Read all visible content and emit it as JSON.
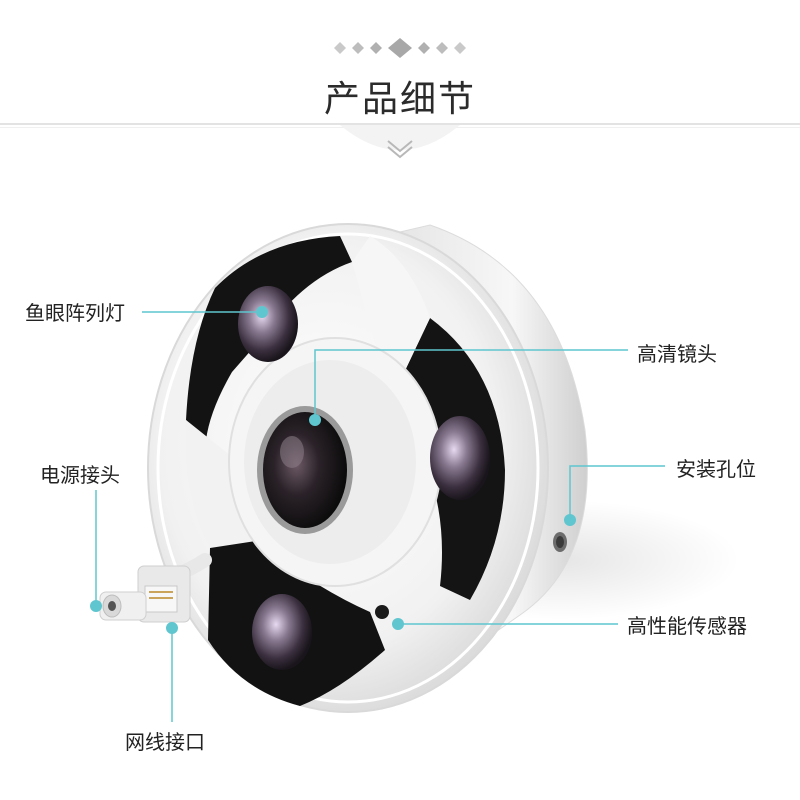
{
  "header": {
    "title": "产品细节"
  },
  "callouts": {
    "fisheye_ir": "鱼眼阵列灯",
    "hd_lens": "高清镜头",
    "power_connector": "电源接头",
    "mount_hole": "安装孔位",
    "sensor": "高性能传感器",
    "network_port": "网线接口"
  },
  "colors": {
    "accent": "#5fc6cf",
    "title": "#2b2b2b",
    "housing": "#f4f4f4",
    "ir_panel": "#111111"
  }
}
